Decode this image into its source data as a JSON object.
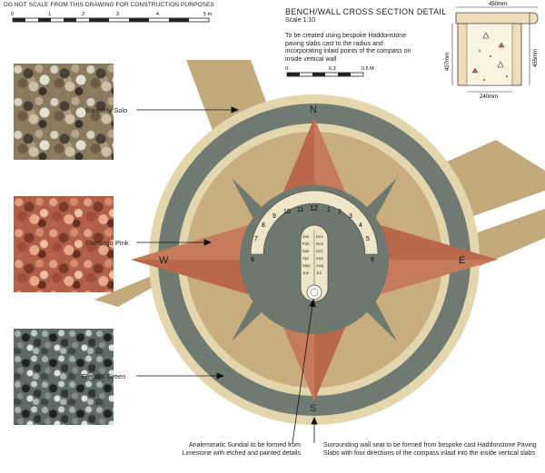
{
  "warning": "DO NOT SCALE FROM THIS DRAWING FOR CONSTRUCTION PURPOSES",
  "main_scale_labels": [
    "0",
    "1",
    "2",
    "3",
    "4",
    "5 m"
  ],
  "detail": {
    "title": "BENCH/WALL CROSS SECTION DETAIL",
    "scale": "Scale 1:10",
    "note": "To be created using bespoke Haddonstone paving slabs cast to the radius and incorporating inlaid points of the compass on inside vertical wall",
    "scale_labels": [
      "0",
      "0.3",
      "0.5 M"
    ],
    "dims": {
      "top": "450mm",
      "left": "407mm",
      "right": "455mm",
      "bottom": "240mm"
    }
  },
  "materials": [
    {
      "label": "Barnsely Solo",
      "color": "#8a7a5e"
    },
    {
      "label": "Flamingo Pink",
      "color": "#b06048"
    },
    {
      "label": "Elegant Green",
      "color": "#5d6a66"
    }
  ],
  "compass": {
    "north": "N",
    "south": "S",
    "east": "E",
    "west": "W"
  },
  "sundial": {
    "hours": [
      "6",
      "7",
      "8",
      "9",
      "10",
      "11",
      "12",
      "1",
      "2",
      "3",
      "4",
      "5",
      "6"
    ],
    "months_left": [
      "Jan",
      "Feb",
      "Mar",
      "Apr",
      "May",
      "Jun"
    ],
    "months_right": [
      "Dec",
      "Nov",
      "Oct",
      "Sep",
      "Aug",
      "Jul"
    ]
  },
  "callouts": {
    "sundial": "Analemmatic Sundial to be formed from Limestone with etched and painted details",
    "seat": "Surrounding wall seat to be formed from bespoke cast Haddonstone Paving Slabs with four directions of the compass inlaid into the inside vertical slabs"
  },
  "colors": {
    "path_tan": "#c2aa7c",
    "outer_ring_cream": "#e3d6ac",
    "seat_green": "#6f7a72",
    "inner_tan": "#c9ad7e",
    "star_pink": "#c67a5c",
    "centre_green": "#6d786e",
    "dial_cream": "#efe6c9"
  }
}
